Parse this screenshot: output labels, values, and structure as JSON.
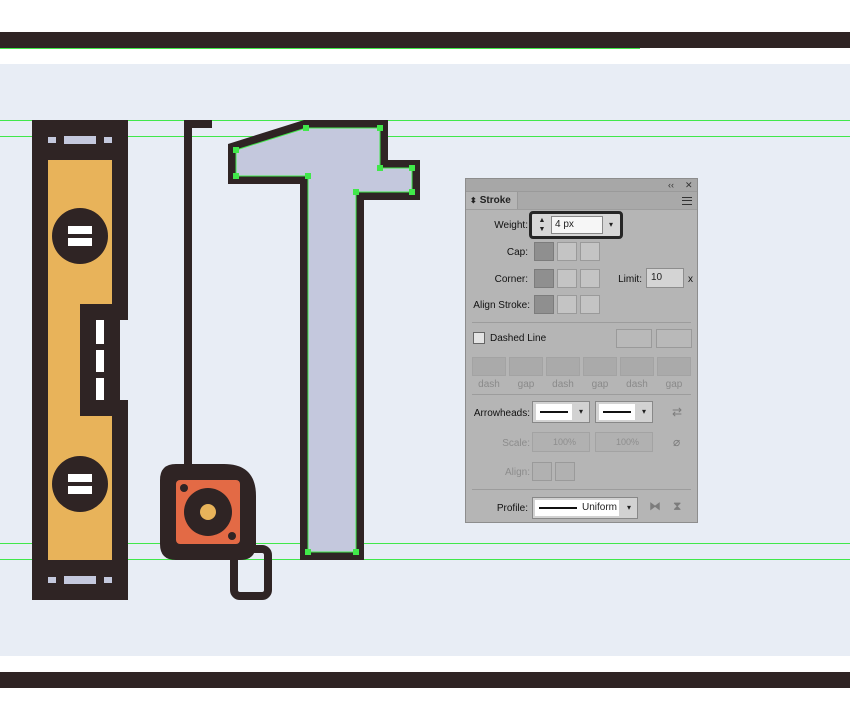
{
  "colors": {
    "dark": "#2f2424",
    "canvas": "#e8edf5",
    "guide": "#41e84a",
    "level_body": "#e8b35a",
    "vial": "#c4c8dd",
    "tape_orange": "#e36a45",
    "hammer_handle": "#c4c8dd"
  },
  "stroke_panel": {
    "collapse_icon": "double-chevron-left-icon",
    "close_icon": "close-icon",
    "tab_title": "Stroke",
    "weight_label": "Weight:",
    "weight_value": "4 px",
    "cap_label": "Cap:",
    "corner_label": "Corner:",
    "limit_label": "Limit:",
    "limit_value": "10",
    "limit_unit": "x",
    "align_label": "Align Stroke:",
    "dashed_label": "Dashed Line",
    "dash_labels": [
      "dash",
      "gap",
      "dash",
      "gap",
      "dash",
      "gap"
    ],
    "arrowheads_label": "Arrowheads:",
    "scale_label": "Scale:",
    "scale_values": [
      "100%",
      "100%"
    ],
    "align2_label": "Align:",
    "profile_label": "Profile:",
    "profile_value": "Uniform"
  }
}
